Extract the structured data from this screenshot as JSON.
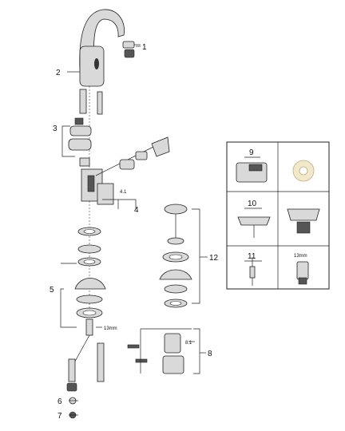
{
  "callouts": {
    "c1": "1",
    "c2": "2",
    "c3": "3",
    "c4": "4",
    "c4_1": "4.1",
    "c5": "5",
    "c6": "6",
    "c7": "7",
    "c8": "8",
    "c8_1": "8.1",
    "c12": "12",
    "mm13_main": "13mm"
  },
  "legend_table": {
    "row1_left": "9",
    "row2_left": "10",
    "row3_left": "11",
    "row3_right": "13mm"
  }
}
